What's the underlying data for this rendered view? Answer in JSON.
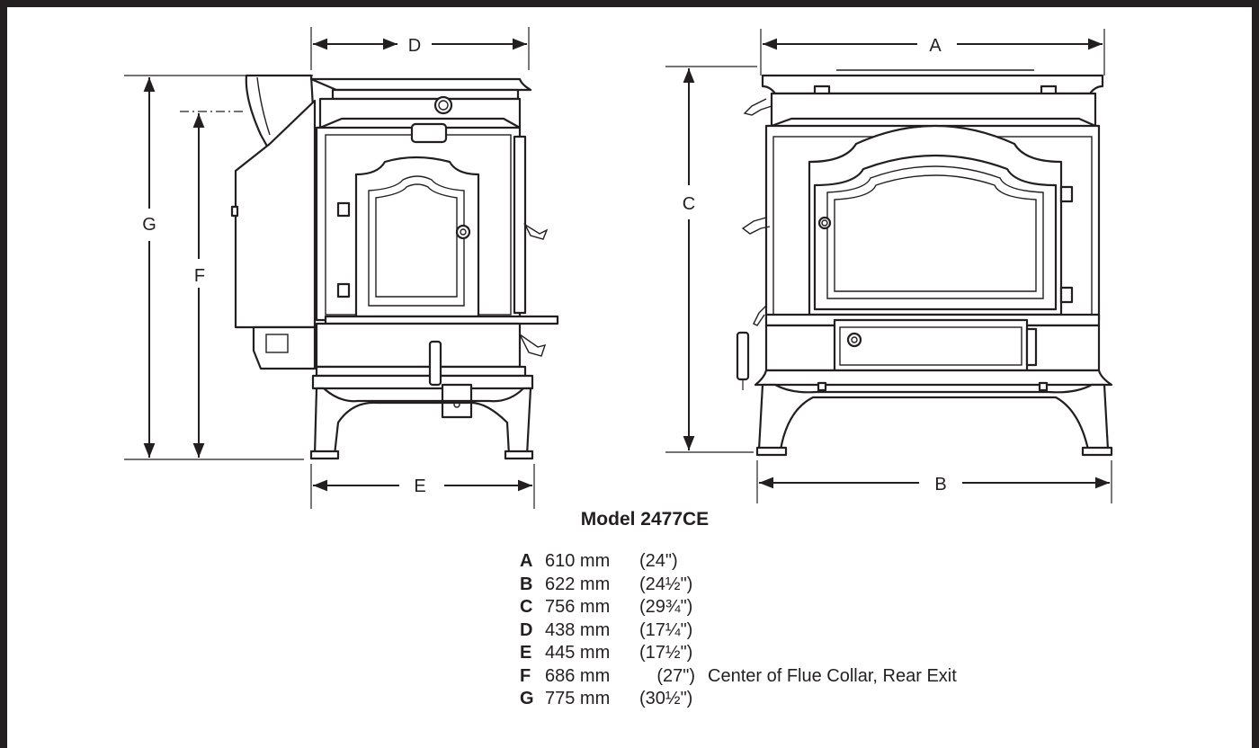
{
  "diagram": {
    "dimension_labels": {
      "A": "A",
      "B": "B",
      "C": "C",
      "D": "D",
      "E": "E",
      "F": "F",
      "G": "G"
    },
    "views": [
      "side-view",
      "front-view"
    ]
  },
  "model_title": "Model 2477CE",
  "specs": [
    {
      "letter": "A",
      "mm": "610 mm",
      "inch": "(24\")",
      "note": ""
    },
    {
      "letter": "B",
      "mm": "622 mm",
      "inch": "(24½\")",
      "note": ""
    },
    {
      "letter": "C",
      "mm": "756 mm",
      "inch": "(29¾\")",
      "note": ""
    },
    {
      "letter": "D",
      "mm": "438 mm",
      "inch": "(17¼\")",
      "note": ""
    },
    {
      "letter": "E",
      "mm": "445 mm",
      "inch": "(17½\")",
      "note": ""
    },
    {
      "letter": "F",
      "mm": "686 mm",
      "inch": "(27\")",
      "note": "Center of Flue Collar, Rear Exit"
    },
    {
      "letter": "G",
      "mm": "775 mm",
      "inch": "(30½\")",
      "note": ""
    }
  ],
  "colors": {
    "line": "#231f20",
    "border": "#231f20",
    "background": "#ffffff"
  }
}
